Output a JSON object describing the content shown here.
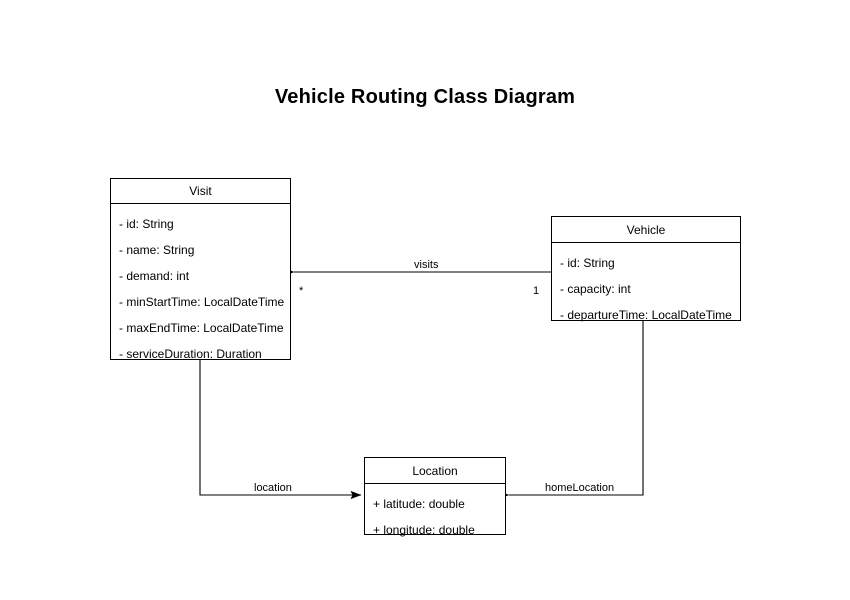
{
  "diagram": {
    "title": "Vehicle Routing Class Diagram",
    "type": "uml-class-diagram",
    "background_color": "#ffffff",
    "line_color": "#000000",
    "text_color": "#000000",
    "classes": [
      {
        "id": "visit",
        "name": "Visit",
        "attributes": [
          "- id: String",
          "- name: String",
          "- demand: int",
          "- minStartTime: LocalDateTime",
          "- maxEndTime: LocalDateTime",
          "- serviceDuration: Duration"
        ]
      },
      {
        "id": "vehicle",
        "name": "Vehicle",
        "attributes": [
          "- id: String",
          "- capacity: int",
          "- departureTime: LocalDateTime"
        ]
      },
      {
        "id": "location",
        "name": "Location",
        "attributes": [
          "+ latitude: double",
          "+ longitude: double"
        ]
      }
    ],
    "relationships": [
      {
        "id": "visits",
        "label": "visits",
        "from": "Vehicle",
        "to": "Visit",
        "source_multiplicity": "1",
        "target_multiplicity": "*"
      },
      {
        "id": "location",
        "label": "location",
        "from": "Visit",
        "to": "Location"
      },
      {
        "id": "homeLocation",
        "label": "homeLocation",
        "from": "Vehicle",
        "to": "Location"
      }
    ]
  }
}
